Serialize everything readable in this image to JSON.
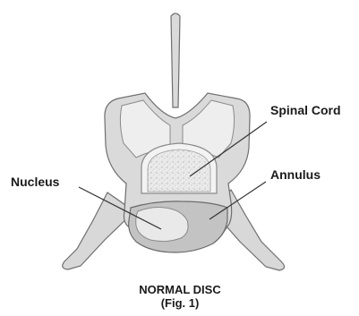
{
  "labels": {
    "spinal_cord": "Spinal Cord",
    "nucleus": "Nucleus",
    "annulus": "Annulus"
  },
  "caption": {
    "line1": "NORMAL DISC",
    "line2": "(Fig. 1)"
  },
  "colors": {
    "bone_fill": "#dadada",
    "bone_stroke": "#6e6e6e",
    "bone_highlight": "#f1f1f1",
    "canal_fill": "#e2e2e2",
    "annulus_fill": "#c3c3c3",
    "nucleus_fill": "#e9e9e9",
    "line": "#333333",
    "text": "#1a1a1a"
  }
}
